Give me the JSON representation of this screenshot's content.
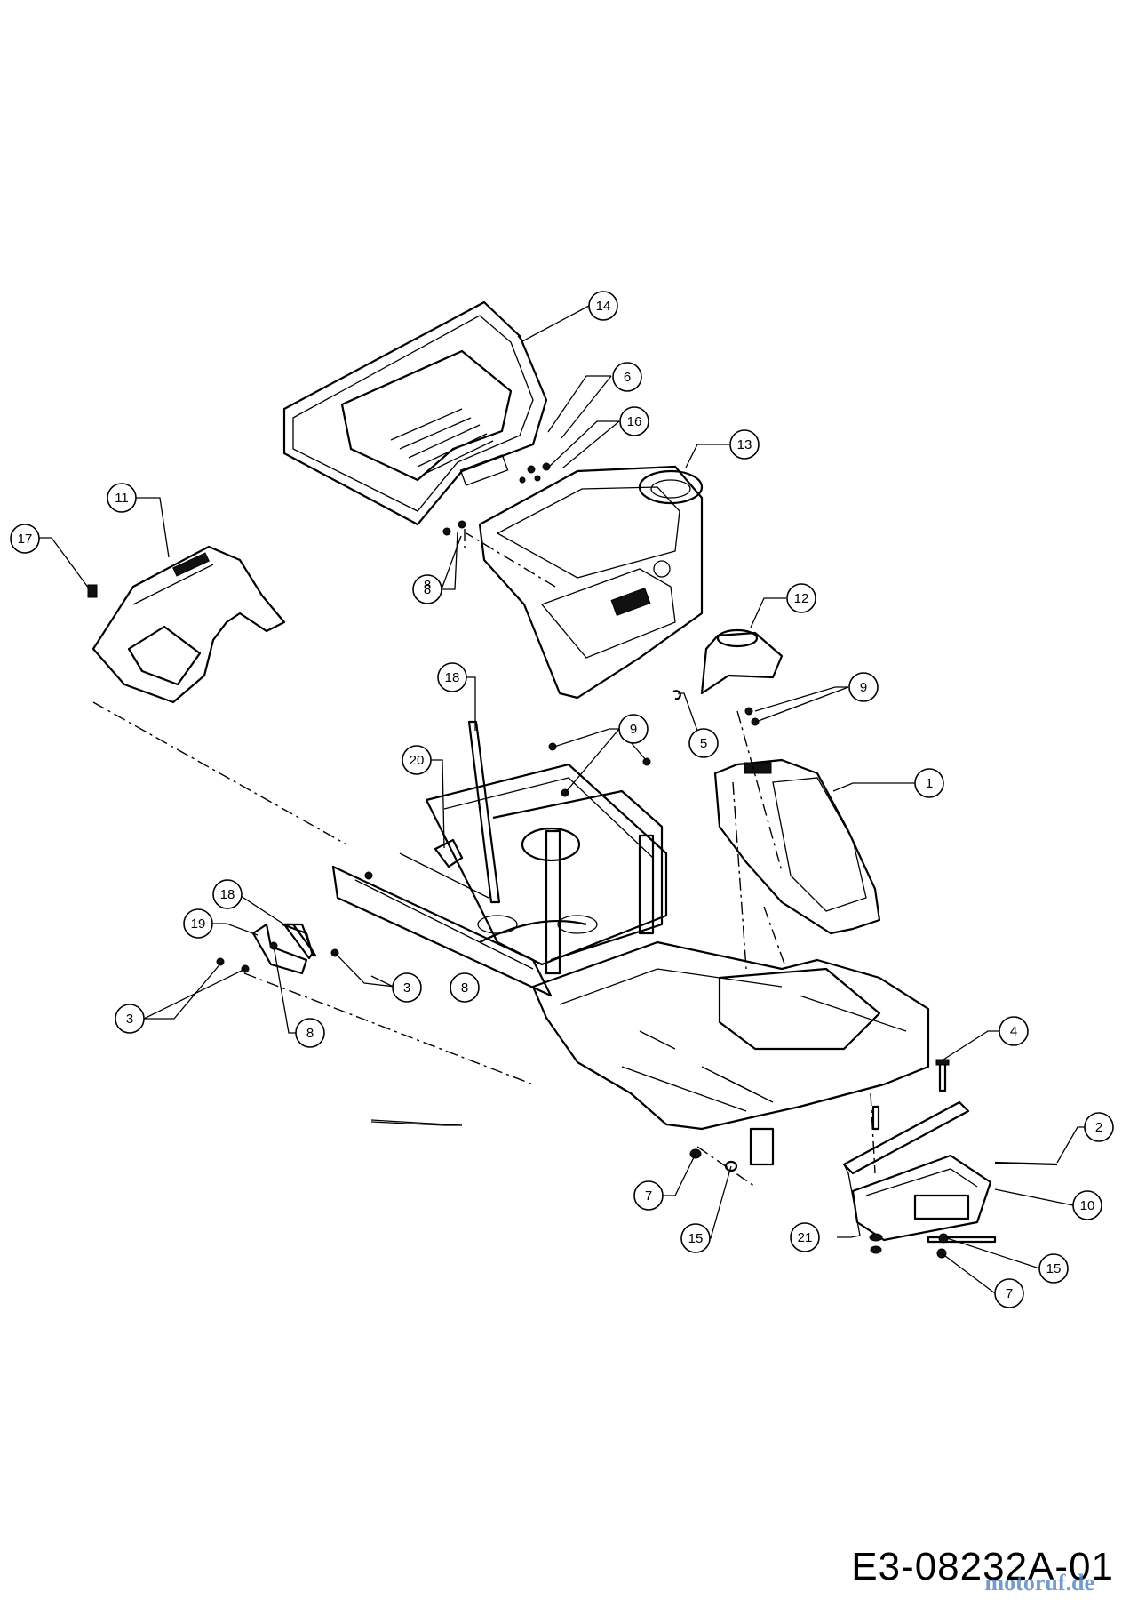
{
  "drawing_number": "E3-08232A-01",
  "watermark": "motoruf.de",
  "callouts": [
    "1",
    "2",
    "3",
    "3",
    "4",
    "5",
    "6",
    "7",
    "7",
    "8",
    "8",
    "8",
    "8",
    "9",
    "9",
    "10",
    "11",
    "12",
    "13",
    "14",
    "15",
    "15",
    "16",
    "17",
    "18",
    "18",
    "19",
    "20",
    "21"
  ]
}
